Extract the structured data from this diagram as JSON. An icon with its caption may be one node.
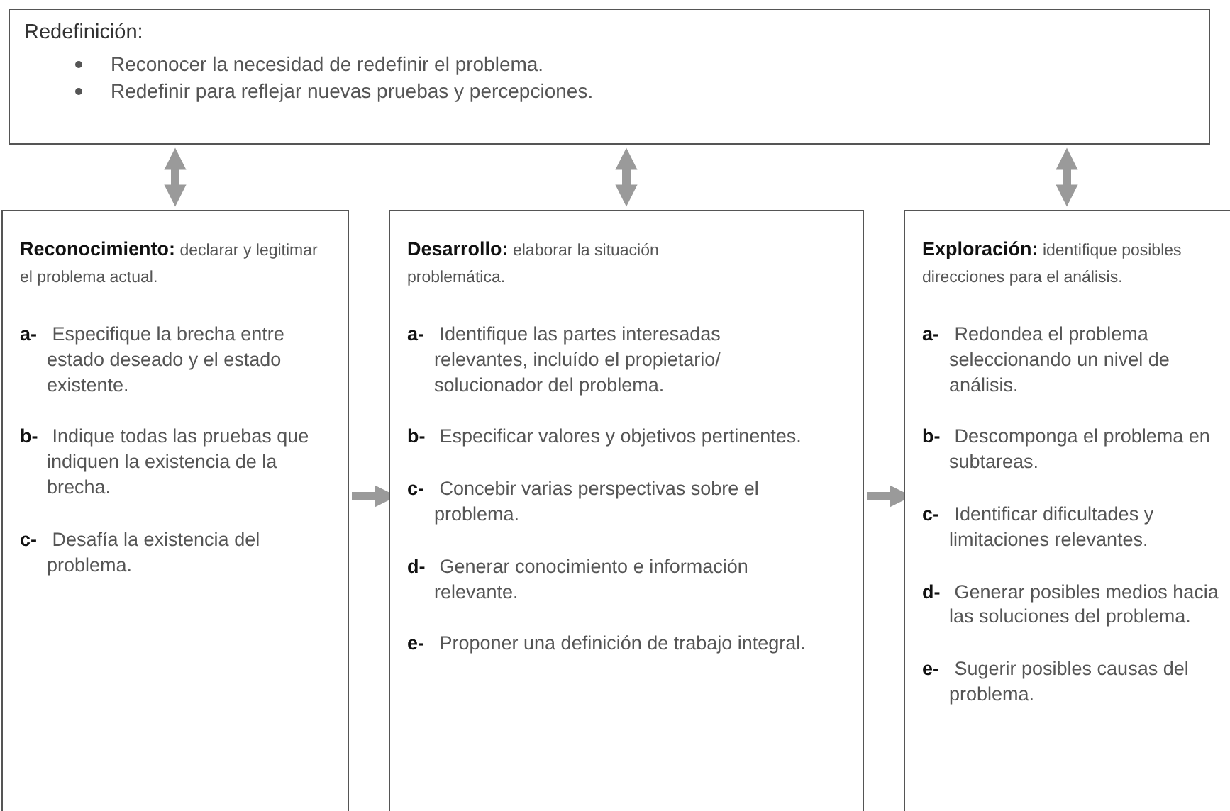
{
  "diagram": {
    "nodes": [
      {
        "text": [
          "Redefinición:",
          "Reconocer la necesidad de redefinir el problema.",
          "Redefinir para reflejar nuevas pruebas y percepciones."
        ]
      },
      {
        "text": [
          "**Reconocimiento:** declarar y legitimar el problema actual.",
          "**a-** Especifique la brecha entre estado deseado y el estado existente.",
          "**b-** Indique todas las pruebas que indiquen la existencia de la brecha.",
          "**c-** Desafía la existencia del problema."
        ]
      },
      {
        "text": [
          "**Desarrollo:** elaborar la situación problemática.",
          "**a-** Identifique las partes interesadas relevantes, incluído el propietario/ solucionador del problema.",
          "**b-** Especificar valores y objetivos pertinentes.",
          "**c-** Concebir varias perspectivas sobre el problema.",
          "**d-** Generar conocimiento e información relevante.",
          "**e-** Proponer una definición de trabajo integral."
        ]
      },
      {
        "text": [
          "**Exploración:** identifique posibles direcciones para el análisis.",
          "**a-** Redondea el problema seleccionando un nivel de análisis.",
          "**b-** Descomponga el problema en subtareas.",
          "**c-** Identificar dificultades y limitaciones relevantes.",
          "**d-** Generar posibles medios hacia las soluciones del problema.",
          "**e-** Sugerir posibles causas del problema."
        ]
      }
    ],
    "edges": [
      {
        "from": 0,
        "to": 1,
        "arrow": "both"
      },
      {
        "from": 0,
        "to": 2,
        "arrow": "both"
      },
      {
        "from": 0,
        "to": 3,
        "arrow": "both"
      },
      {
        "from": 1,
        "to": 2,
        "arrow": "to"
      },
      {
        "from": 2,
        "to": 3,
        "arrow": "to"
      }
    ]
  }
}
